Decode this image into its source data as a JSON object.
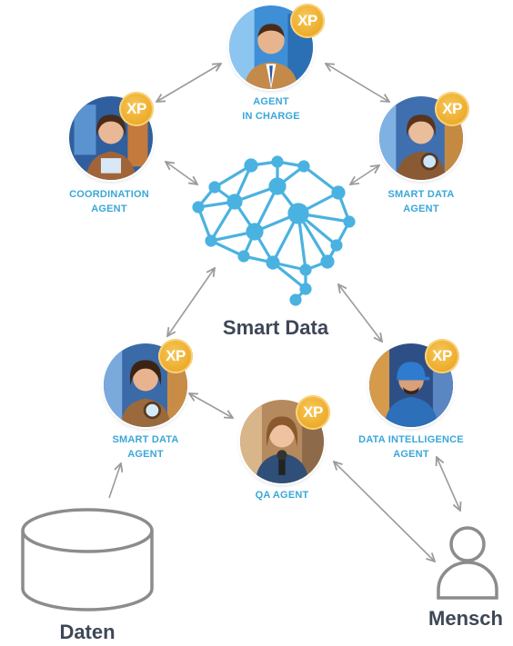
{
  "colors": {
    "label": "#3aa7d8",
    "arrow": "#9b9b9b",
    "brain": "#4ab2e0",
    "badge": "#eeac2c",
    "dark_text": "#3d4756"
  },
  "center": {
    "label": "Smart Data"
  },
  "agents": [
    {
      "id": "agent-in-charge",
      "label_lines": [
        "AGENT",
        "IN CHARGE"
      ],
      "badge": "XP"
    },
    {
      "id": "coordination-agent",
      "label_lines": [
        "COORDINATION",
        "AGENT"
      ],
      "badge": "XP"
    },
    {
      "id": "smart-data-agent-top",
      "label_lines": [
        "SMART DATA",
        "AGENT"
      ],
      "badge": "XP"
    },
    {
      "id": "smart-data-agent-bottom",
      "label_lines": [
        "SMART DATA",
        "AGENT"
      ],
      "badge": "XP"
    },
    {
      "id": "data-intelligence-agent",
      "label_lines": [
        "DATA INTELLIGENCE",
        "AGENT"
      ],
      "badge": "XP"
    },
    {
      "id": "qa-agent",
      "label_lines": [
        "QA AGENT"
      ],
      "badge": "XP"
    }
  ],
  "sources": {
    "daten": "Daten",
    "mensch": "Mensch"
  },
  "icons": [
    "brain-network-icon",
    "database-icon",
    "person-icon",
    "xp-badge-icon"
  ]
}
